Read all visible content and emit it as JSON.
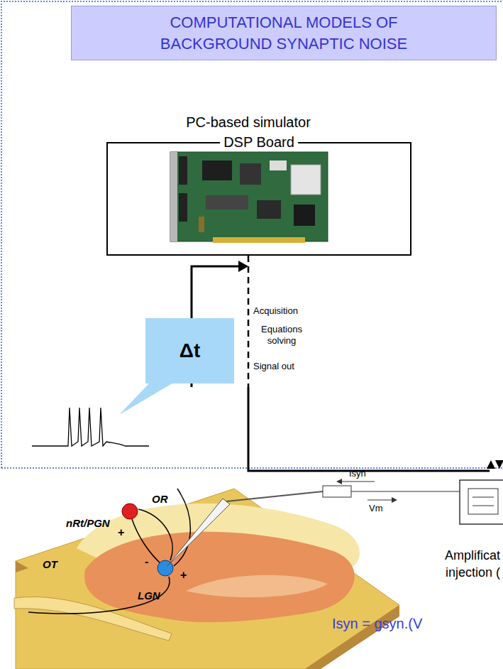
{
  "diagram": {
    "title": "COMPUTATIONAL MODELS OF BACKGROUND SYNAPTIC NOISE",
    "nodes": [
      {
        "text": [
          "DSP Board"
        ]
      },
      {
        "text": [
          "Δt"
        ]
      }
    ],
    "labels": [
      "PC-based simulator",
      "Acquisition",
      "Equations solving",
      "Signal out",
      "OR",
      "nRt/PGN",
      "+",
      "-",
      "+",
      "OT",
      "LGN",
      "Isyn",
      "Vm",
      "Amplificat",
      "injection (",
      "Isyn = gsyn.(V"
    ]
  }
}
